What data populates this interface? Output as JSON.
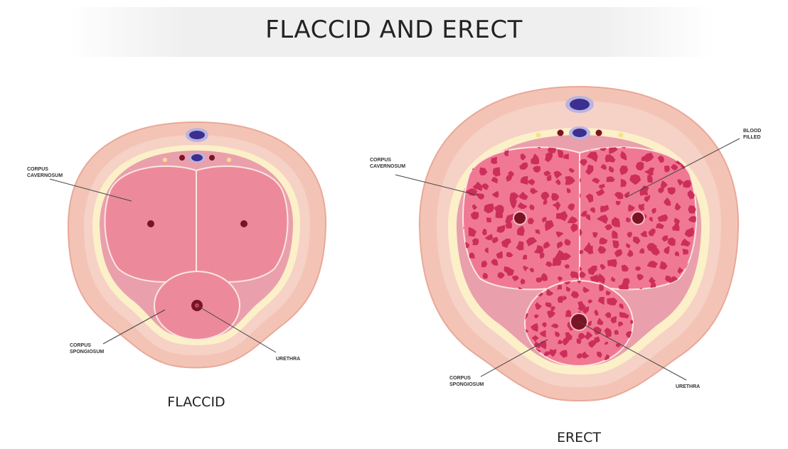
{
  "title": "FLACCID AND ERECT",
  "flaccid": {
    "caption": "FLACCID",
    "labels": {
      "corpus_cavernosum": [
        "CORPUS",
        "CAVERNOSUM"
      ],
      "corpus_spongiosum": [
        "CORPUS",
        "SPONGIOSUM"
      ],
      "urethra": "URETHRA"
    }
  },
  "erect": {
    "caption": "ERECT",
    "labels": {
      "corpus_cavernosum": [
        "CORPUS",
        "CAVERNOSUM"
      ],
      "blood_filled": [
        "BLOOD",
        "FILLED"
      ],
      "corpus_spongiosum": [
        "CORPUS",
        "SPONGIOSUM"
      ],
      "urethra": "URETHRA"
    }
  },
  "colors": {
    "outer_skin": "#f3c4b6",
    "outer_rim": "#e9a898",
    "cream_layer": "#fbf0c8",
    "inner_tissue": "#e9a0ac",
    "corpus_fill": "#ec8a9c",
    "corpus_erect_fill": "#f07893",
    "blood_spots": "#cc2e5a",
    "vessel_blue": "#3d2f8f",
    "vessel_ring": "#b9b4e0",
    "artery_dark": "#7a1424"
  }
}
